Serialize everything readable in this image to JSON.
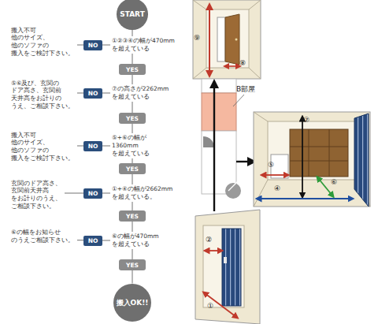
{
  "diagram": {
    "nodes": [
      {
        "text": [
          "START"
        ]
      },
      {
        "text": [
          "搬入不可 他のサイズ、 他のソファの 搬入をご検討下さい。"
        ]
      },
      {
        "text": [
          "NO"
        ]
      },
      {
        "text": [
          "①②③④の幅が470mm を超えている"
        ]
      },
      {
        "text": [
          "YES"
        ]
      },
      {
        "text": [
          "⑤⑥及び、玄関の ドア高さ、玄関前 天井高をお計りの うえ、ご相談下さい。"
        ]
      },
      {
        "text": [
          "NO"
        ]
      },
      {
        "text": [
          "⑦の高さが2262mm を超えている"
        ]
      },
      {
        "text": [
          "YES"
        ]
      },
      {
        "text": [
          "搬入不可 他のサイズ、 他のソファの 搬入をご検討下さい。"
        ]
      },
      {
        "text": [
          "NO"
        ]
      },
      {
        "text": [
          "⑤+⑥の幅が 1360mm を超えている"
        ]
      },
      {
        "text": [
          "YES"
        ]
      },
      {
        "text": [
          "玄関のドア高さ、 玄関前天井高 をお計りのうえ、 ご相談下さい。"
        ]
      },
      {
        "text": [
          "NO"
        ]
      },
      {
        "text": [
          "①+④の幅が2662mm を超えている。"
        ]
      },
      {
        "text": [
          "YES"
        ]
      },
      {
        "text": [
          "⑥の幅をお知らせ のうえご相談下さい。"
        ]
      },
      {
        "text": [
          "NO"
        ]
      },
      {
        "text": [
          "⑥の幅が470mm を超えている"
        ]
      },
      {
        "text": [
          "YES"
        ]
      },
      {
        "text": [
          "搬入OK!!"
        ]
      }
    ],
    "edges": [
      {
        "from": 0,
        "to": 3,
        "arrow": "none"
      },
      {
        "from": 3,
        "to": 2,
        "arrow": "none"
      },
      {
        "from": 2,
        "to": 1,
        "arrow": "none"
      },
      {
        "from": 3,
        "to": 4,
        "arrow": "none"
      },
      {
        "from": 4,
        "to": 7,
        "arrow": "none"
      },
      {
        "from": 7,
        "to": 6,
        "arrow": "none"
      },
      {
        "from": 6,
        "to": 5,
        "arrow": "none"
      },
      {
        "from": 7,
        "to": 8,
        "arrow": "none"
      },
      {
        "from": 8,
        "to": 11,
        "arrow": "none"
      },
      {
        "from": 11,
        "to": 10,
        "arrow": "none"
      },
      {
        "from": 10,
        "to": 9,
        "arrow": "none"
      },
      {
        "from": 11,
        "to": 12,
        "arrow": "none"
      },
      {
        "from": 12,
        "to": 15,
        "arrow": "none"
      },
      {
        "from": 15,
        "to": 14,
        "arrow": "none"
      },
      {
        "from": 14,
        "to": 13,
        "arrow": "none"
      },
      {
        "from": 15,
        "to": 16,
        "arrow": "none"
      },
      {
        "from": 16,
        "to": 19,
        "arrow": "none"
      },
      {
        "from": 19,
        "to": 18,
        "arrow": "none"
      },
      {
        "from": 18,
        "to": 17,
        "arrow": "none"
      },
      {
        "from": 19,
        "to": 20,
        "arrow": "none"
      },
      {
        "from": 20,
        "to": 21,
        "arrow": "none"
      }
    ],
    "labels": [
      "⑨",
      "⑧",
      "B部屋",
      "⑦",
      "⑤",
      "④",
      "⑥",
      "②",
      "①"
    ]
  }
}
